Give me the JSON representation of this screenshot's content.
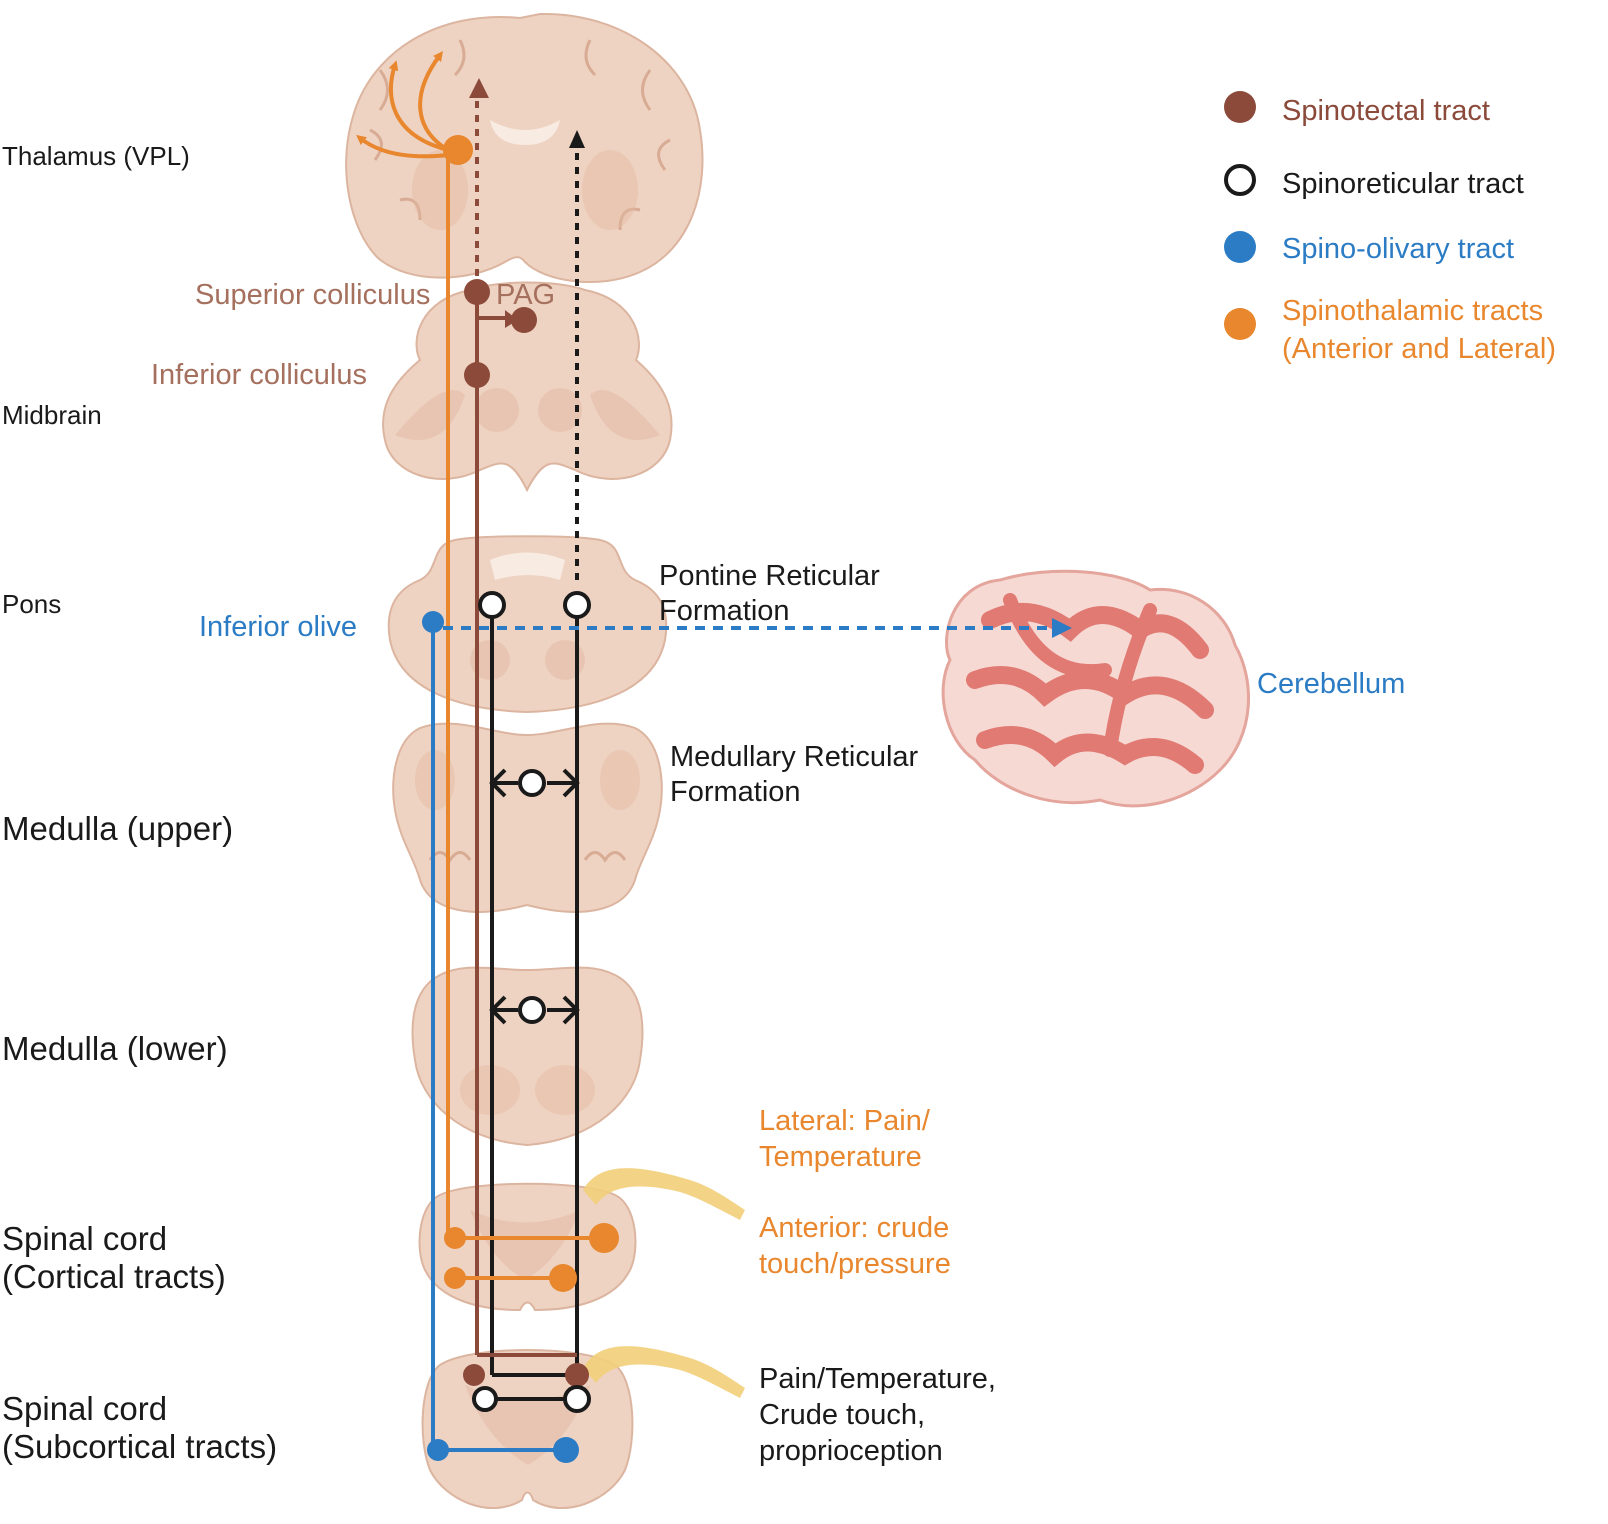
{
  "levels": {
    "thalamus": "Thalamus (VPL)",
    "midbrain": "Midbrain",
    "pons": "Pons",
    "medulla_upper": "Medulla (upper)",
    "medulla_lower": "Medulla (lower)",
    "spinal_cortical_line1": "Spinal cord",
    "spinal_cortical_line2": "(Cortical tracts)",
    "spinal_subcortical_line1": "Spinal cord",
    "spinal_subcortical_line2": "(Subcortical tracts)"
  },
  "structures": {
    "superior_colliculus": "Superior colliculus",
    "pag": "PAG",
    "inferior_colliculus": "Inferior colliculus",
    "inferior_olive": "Inferior olive",
    "pontine_rf_line1": "Pontine Reticular",
    "pontine_rf_line2": "Formation",
    "medullary_rf_line1": "Medullary Reticular",
    "medullary_rf_line2": "Formation",
    "cerebellum": "Cerebellum"
  },
  "inputs": {
    "lateral_line1": "Lateral: Pain/",
    "lateral_line2": "Temperature",
    "anterior_line1": "Anterior: crude",
    "anterior_line2": "touch/pressure",
    "subcortical_line1": "Pain/Temperature,",
    "subcortical_line2": "Crude touch,",
    "subcortical_line3": "proprioception"
  },
  "legend": [
    {
      "label": "Spinotectal tract",
      "color": "#8b4a3a",
      "marker": "filled"
    },
    {
      "label": "Spinoreticular tract",
      "color": "#1a1a1a",
      "marker": "open"
    },
    {
      "label": "Spino-olivary tract",
      "color": "#2b7cc4",
      "marker": "filled"
    },
    {
      "label": "Spinothalamic tracts",
      "label_line2": "(Anterior and Lateral)",
      "color": "#e8872e",
      "marker": "filled"
    }
  ],
  "colors": {
    "spinotectal": "#8b4a3a",
    "spinoreticular": "#1a1a1a",
    "spino_olivary": "#2b7cc4",
    "spinothalamic": "#e8872e",
    "tissue": "#efd3c2",
    "cerebellum": "#e07a72",
    "nerve": "#f2cf7a"
  }
}
